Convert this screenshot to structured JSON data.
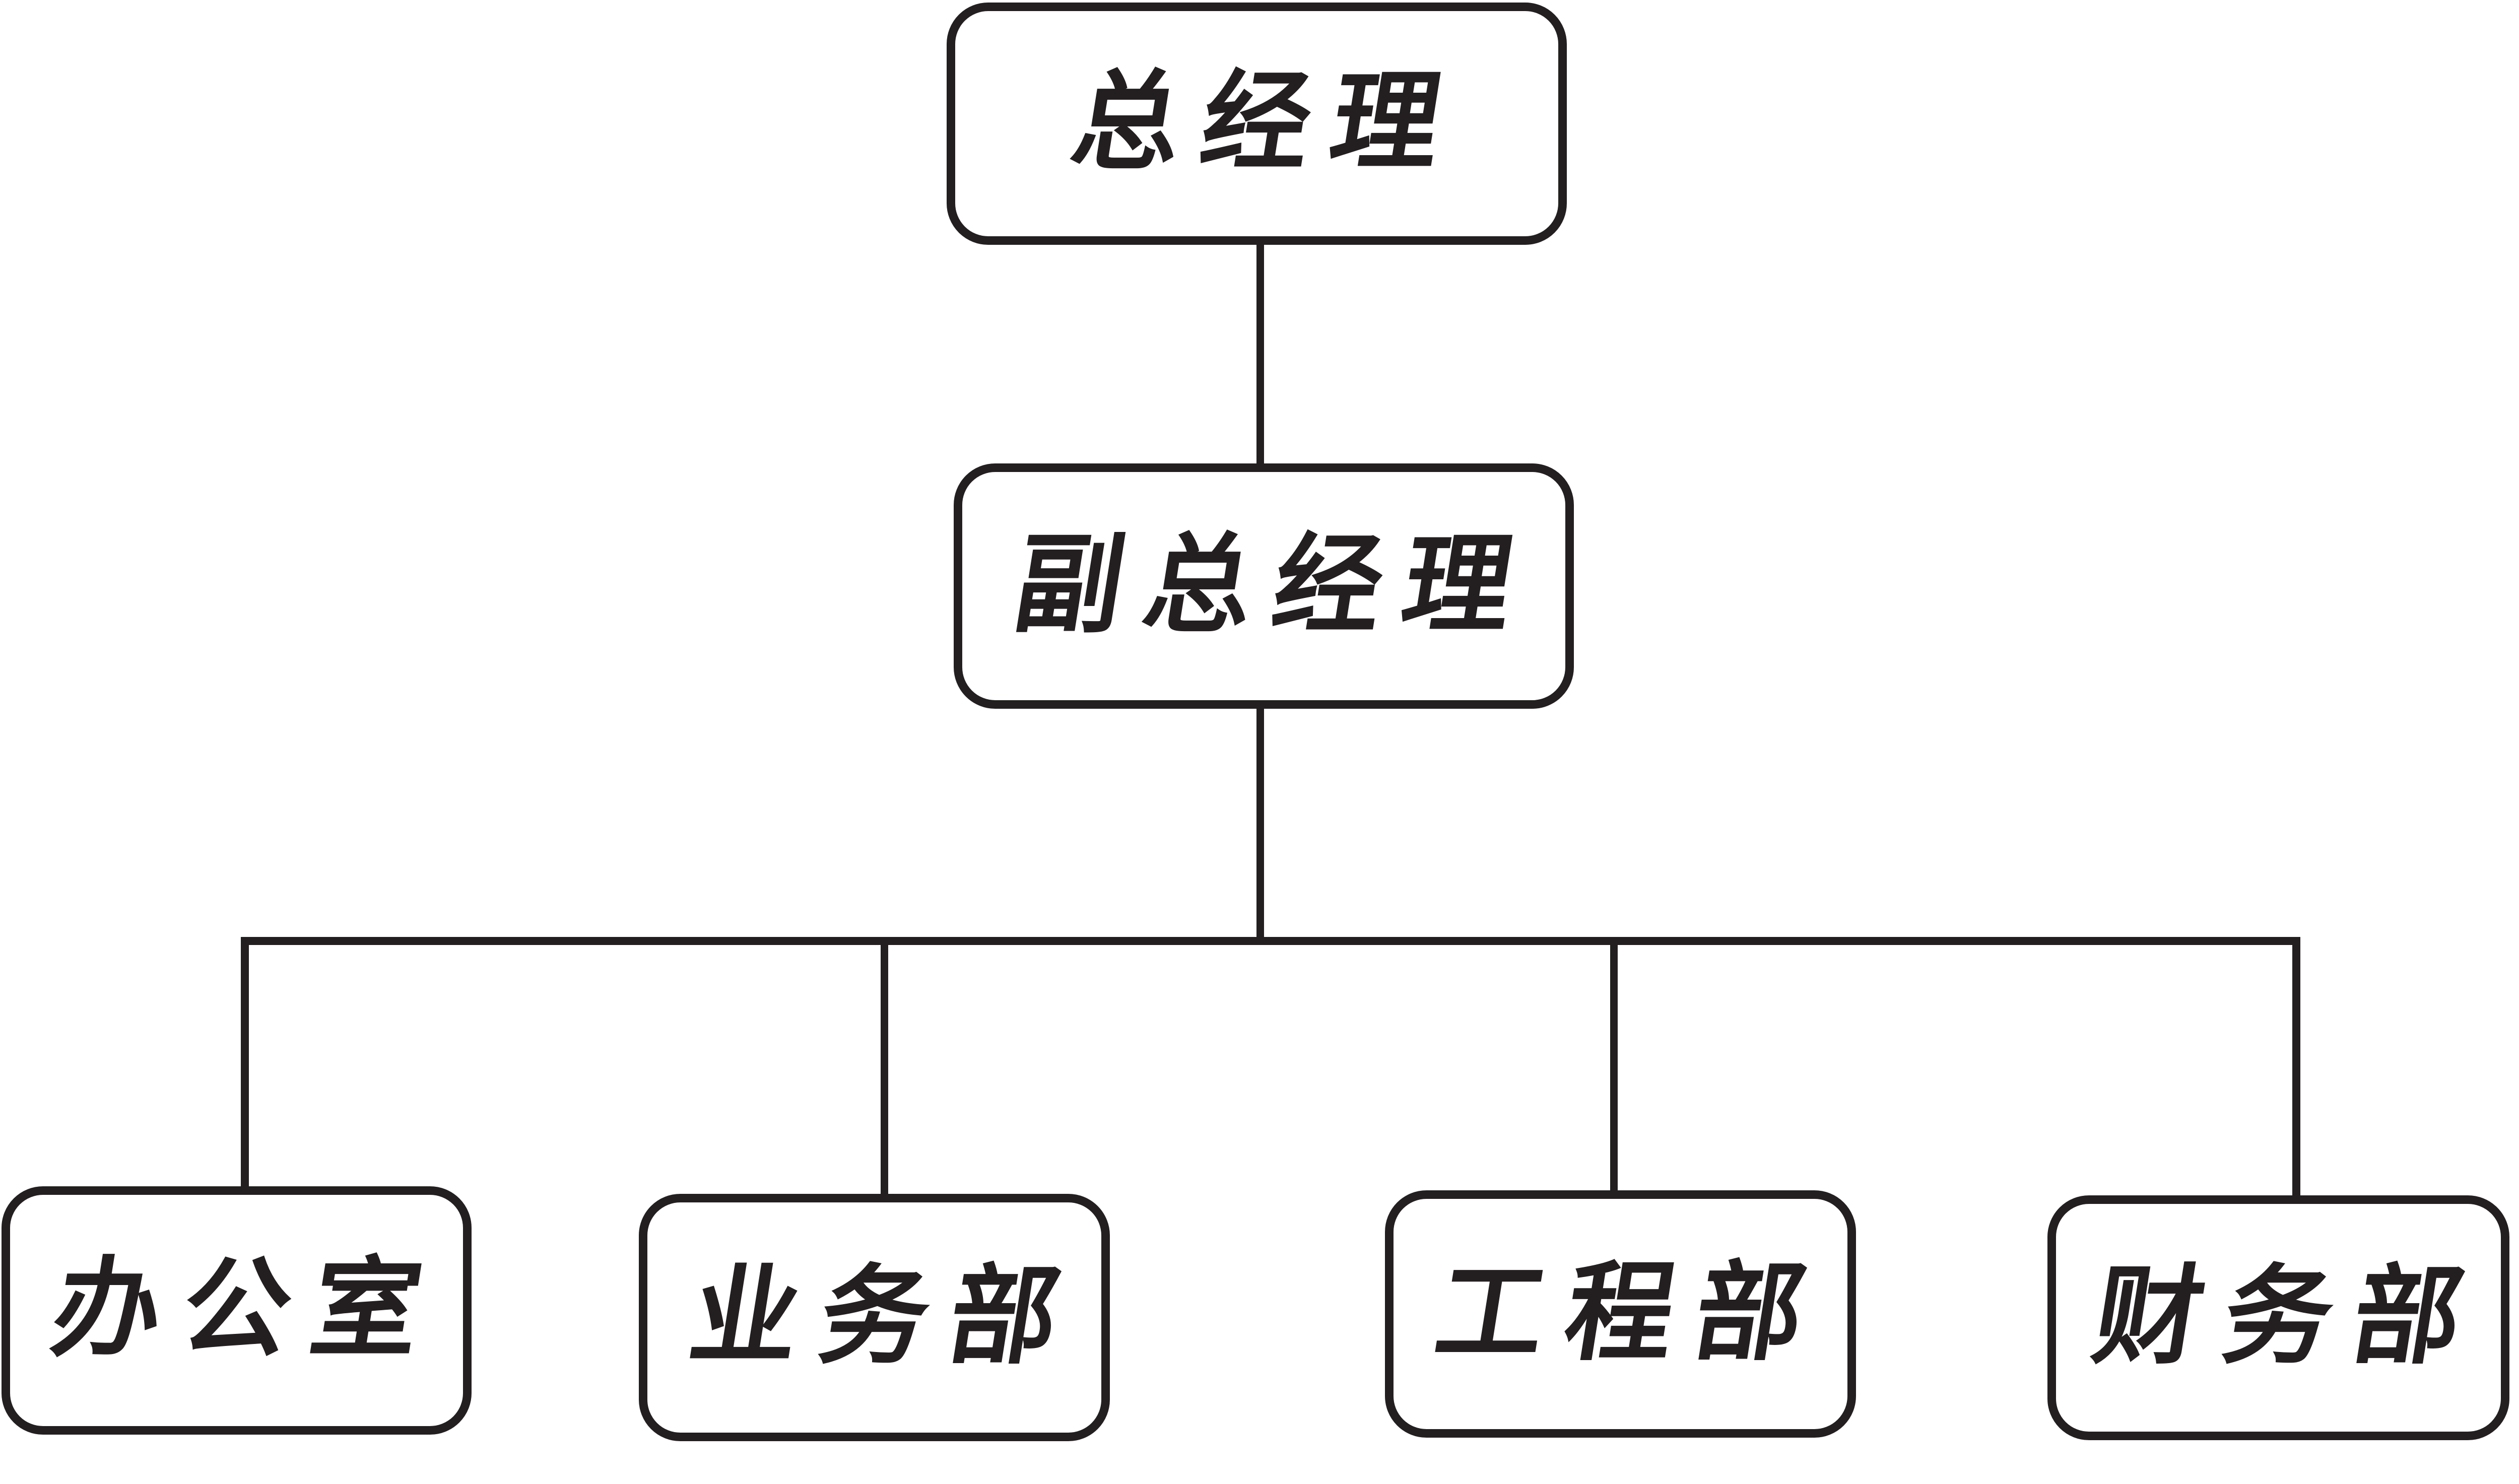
{
  "diagram": {
    "type": "org-chart",
    "colors": {
      "line": "#231f20",
      "background": "#ffffff"
    },
    "nodes": {
      "root": {
        "id": "general-manager",
        "label": "总经理"
      },
      "deputy": {
        "id": "deputy-general-manager",
        "label": "副总经理"
      }
    },
    "departments": [
      {
        "id": "office",
        "label": "办公室"
      },
      {
        "id": "business-dept",
        "label": "业务部"
      },
      {
        "id": "engineering-dept",
        "label": "工程部"
      },
      {
        "id": "finance-dept",
        "label": "财务部"
      }
    ],
    "edges": [
      {
        "from": "general-manager",
        "to": "deputy-general-manager"
      },
      {
        "from": "deputy-general-manager",
        "to": "office"
      },
      {
        "from": "deputy-general-manager",
        "to": "business-dept"
      },
      {
        "from": "deputy-general-manager",
        "to": "engineering-dept"
      },
      {
        "from": "deputy-general-manager",
        "to": "finance-dept"
      }
    ]
  }
}
